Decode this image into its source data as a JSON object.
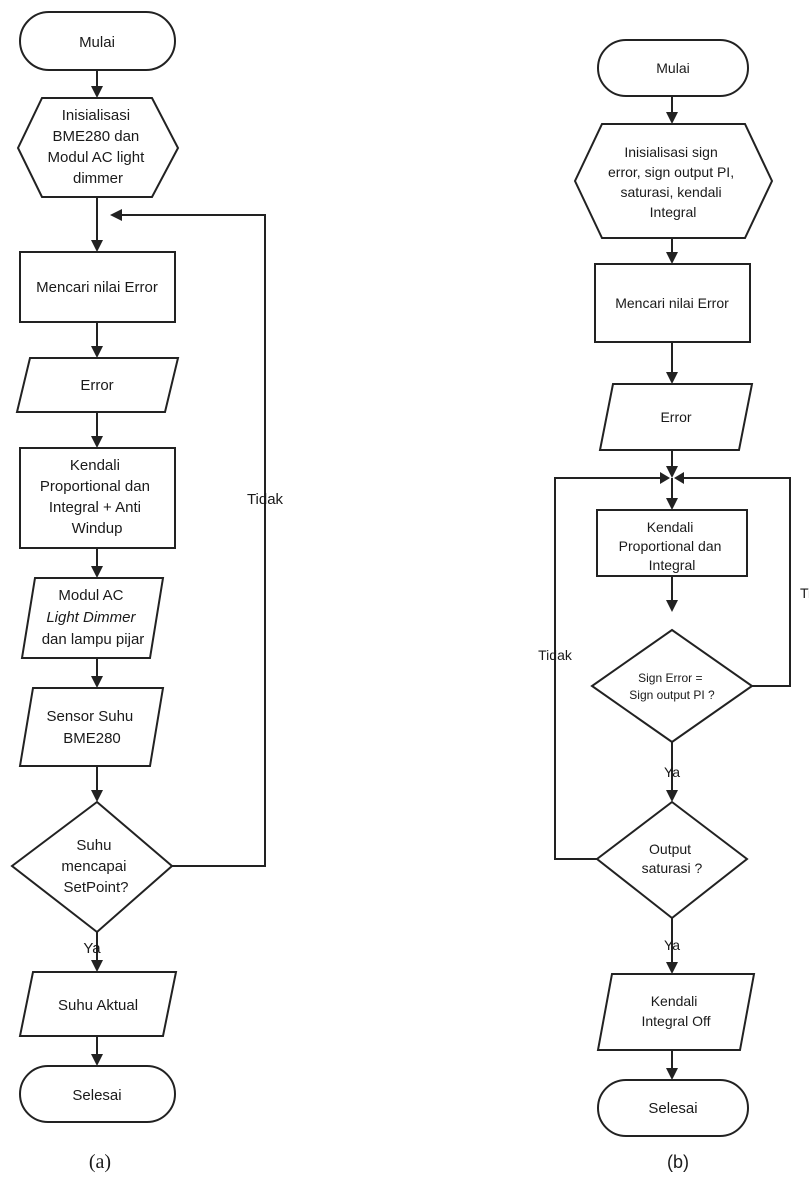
{
  "flowchart_a": {
    "caption": "(a)",
    "start": "Mulai",
    "init": [
      "Inisialisasi",
      "BME280 dan",
      "Modul AC light",
      "dimmer"
    ],
    "find_error": "Mencari nilai Error",
    "error": "Error",
    "control": [
      "Kendali",
      "Proportional dan",
      "Integral + Anti",
      "Windup"
    ],
    "module": [
      "Modul AC",
      "Light Dimmer",
      "dan lampu pijar"
    ],
    "sensor": [
      "Sensor Suhu",
      "BME280"
    ],
    "decision": [
      "Suhu",
      "mencapai",
      "SetPoint?"
    ],
    "yes": "Ya",
    "no": "Tidak",
    "actual": "Suhu Aktual",
    "end": "Selesai"
  },
  "flowchart_b": {
    "caption": "(b)",
    "start": "Mulai",
    "init": [
      "Inisialisasi sign",
      "error, sign output PI,",
      "saturasi, kendali",
      "Integral"
    ],
    "find_error": "Mencari nilai Error",
    "error": "Error",
    "control": [
      "Kendali",
      "Proportional dan",
      "Integral"
    ],
    "decision_sign": [
      "Sign Error =",
      "Sign output PI ?"
    ],
    "decision_sat": [
      "Output",
      "saturasi ?"
    ],
    "yes_1": "Ya",
    "yes_2": "Ya",
    "no_inner": "Tidak",
    "no_outer": "Tidak",
    "integral_off": [
      "Kendali",
      "Integral Off"
    ],
    "end": "Selesai"
  }
}
